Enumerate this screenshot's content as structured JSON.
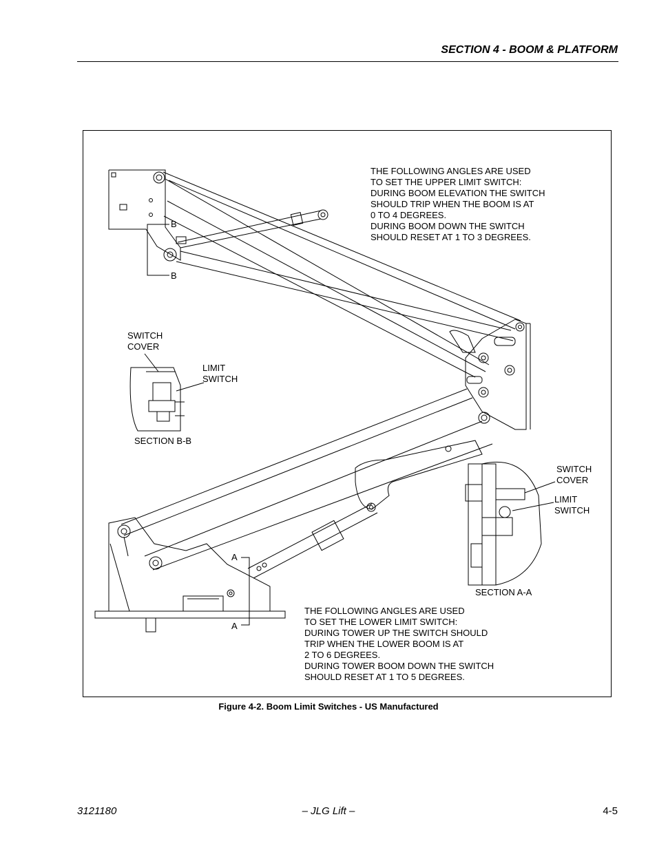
{
  "header": {
    "section_title": "SECTION 4 - BOOM & PLATFORM"
  },
  "figure": {
    "upper_note": "THE FOLLOWING ANGLES ARE USED\nTO SET THE UPPER LIMIT SWITCH:\nDURING BOOM ELEVATION THE SWITCH\nSHOULD TRIP WHEN THE BOOM IS AT\n0 TO 4 DEGREES.\nDURING BOOM DOWN THE SWITCH\nSHOULD RESET AT 1 TO 3 DEGREES.",
    "lower_note": "THE FOLLOWING ANGLES ARE USED\nTO SET THE LOWER LIMIT SWITCH:\nDURING TOWER UP THE SWITCH SHOULD\nTRIP WHEN THE LOWER BOOM IS AT\n2 TO 6 DEGREES.\nDURING TOWER BOOM DOWN THE SWITCH\nSHOULD RESET AT 1 TO 5 DEGREES.",
    "labels": {
      "b_top": "B",
      "b_bottom": "B",
      "switch_cover_bb": "SWITCH\nCOVER",
      "limit_switch_bb": "LIMIT\nSWITCH",
      "section_bb": "SECTION B-B",
      "switch_cover_aa": "SWITCH\nCOVER",
      "limit_switch_aa": "LIMIT\nSWITCH",
      "section_aa": "SECTION A-A",
      "a_top": "A",
      "a_bottom": "A"
    },
    "caption": "Figure 4-2.  Boom Limit Switches - US Manufactured"
  },
  "footer": {
    "doc_number": "3121180",
    "center": "– JLG Lift –",
    "page": "4-5"
  }
}
